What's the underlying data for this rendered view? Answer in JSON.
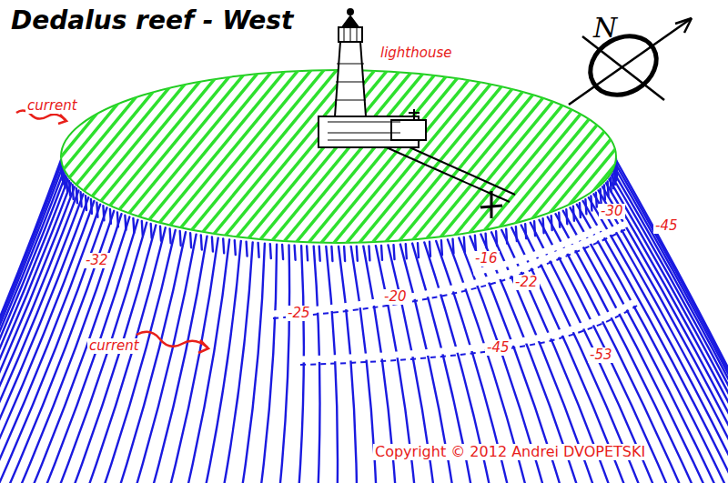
{
  "diagram": {
    "title": "Dedalus reef - West",
    "labels": [
      "lighthouse",
      "current",
      "current",
      "-30",
      "-45",
      "-32",
      "-16",
      "-22",
      "-20",
      "-25",
      "-45",
      "-53",
      "N",
      "Copyright © 2012 Andrei DVOPETSKI"
    ]
  }
}
